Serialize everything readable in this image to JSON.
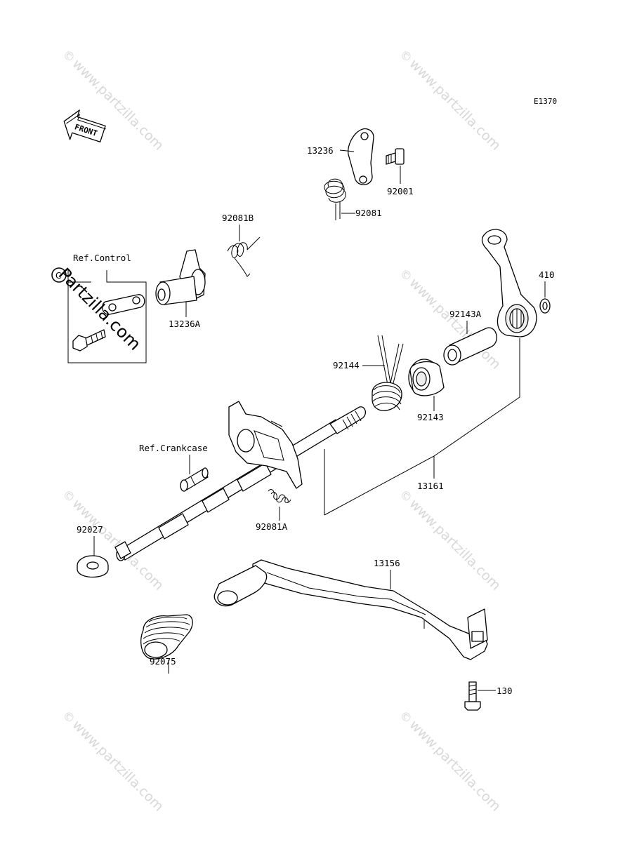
{
  "diagram_code": "E1370",
  "front_label": "FRONT",
  "labels": {
    "p13236": "13236",
    "p92001": "92001",
    "p92081": "92081",
    "p92081B": "92081B",
    "p13236A": "13236A",
    "ref_control": "Ref.Control",
    "p410": "410",
    "p92143A": "92143A",
    "p92144": "92144",
    "p92143": "92143",
    "ref_crankcase": "Ref.Crankcase",
    "p13161": "13161",
    "p92081A": "92081A",
    "p92027": "92027",
    "p13156": "13156",
    "p92075": "92075",
    "p130": "130"
  },
  "watermark": {
    "site": "www.partzilla.com",
    "copyright": "©",
    "overlay": "Partzilla.com"
  }
}
